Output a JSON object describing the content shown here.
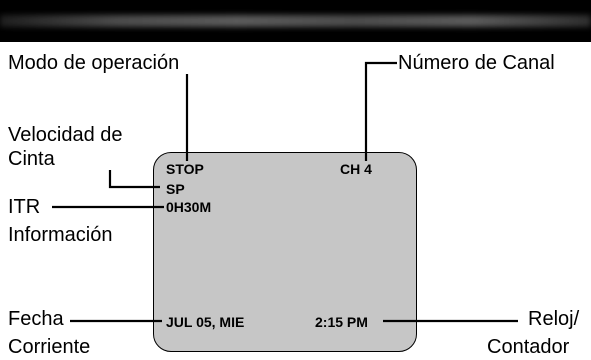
{
  "labels": {
    "operation_mode": "Modo de operación",
    "channel_number": "Número de Canal",
    "tape_speed_line1": "Velocidad de",
    "tape_speed_line2": "Cinta",
    "itr": "ITR",
    "information": "Información",
    "date_line1": "Fecha",
    "date_line2": "Corriente",
    "clock_line1": "Reloj/",
    "clock_line2": "Contador"
  },
  "osd": {
    "mode": "STOP",
    "channel": "CH  4",
    "speed": "SP",
    "itr_time": "0H30M",
    "date": "JUL   05, MIE",
    "time": "2:15 PM"
  }
}
